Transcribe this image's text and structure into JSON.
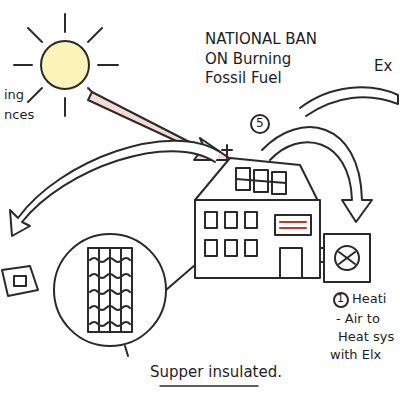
{
  "diagram": {
    "title": "NATIONAL BAN ON Burning Fossil Fuel",
    "labels": [
      "5",
      "Ex",
      "ing",
      "nces",
      "Supper insulated.",
      "1",
      "Heati",
      "- Air to",
      "Heat sys",
      "with Elx"
    ]
  }
}
